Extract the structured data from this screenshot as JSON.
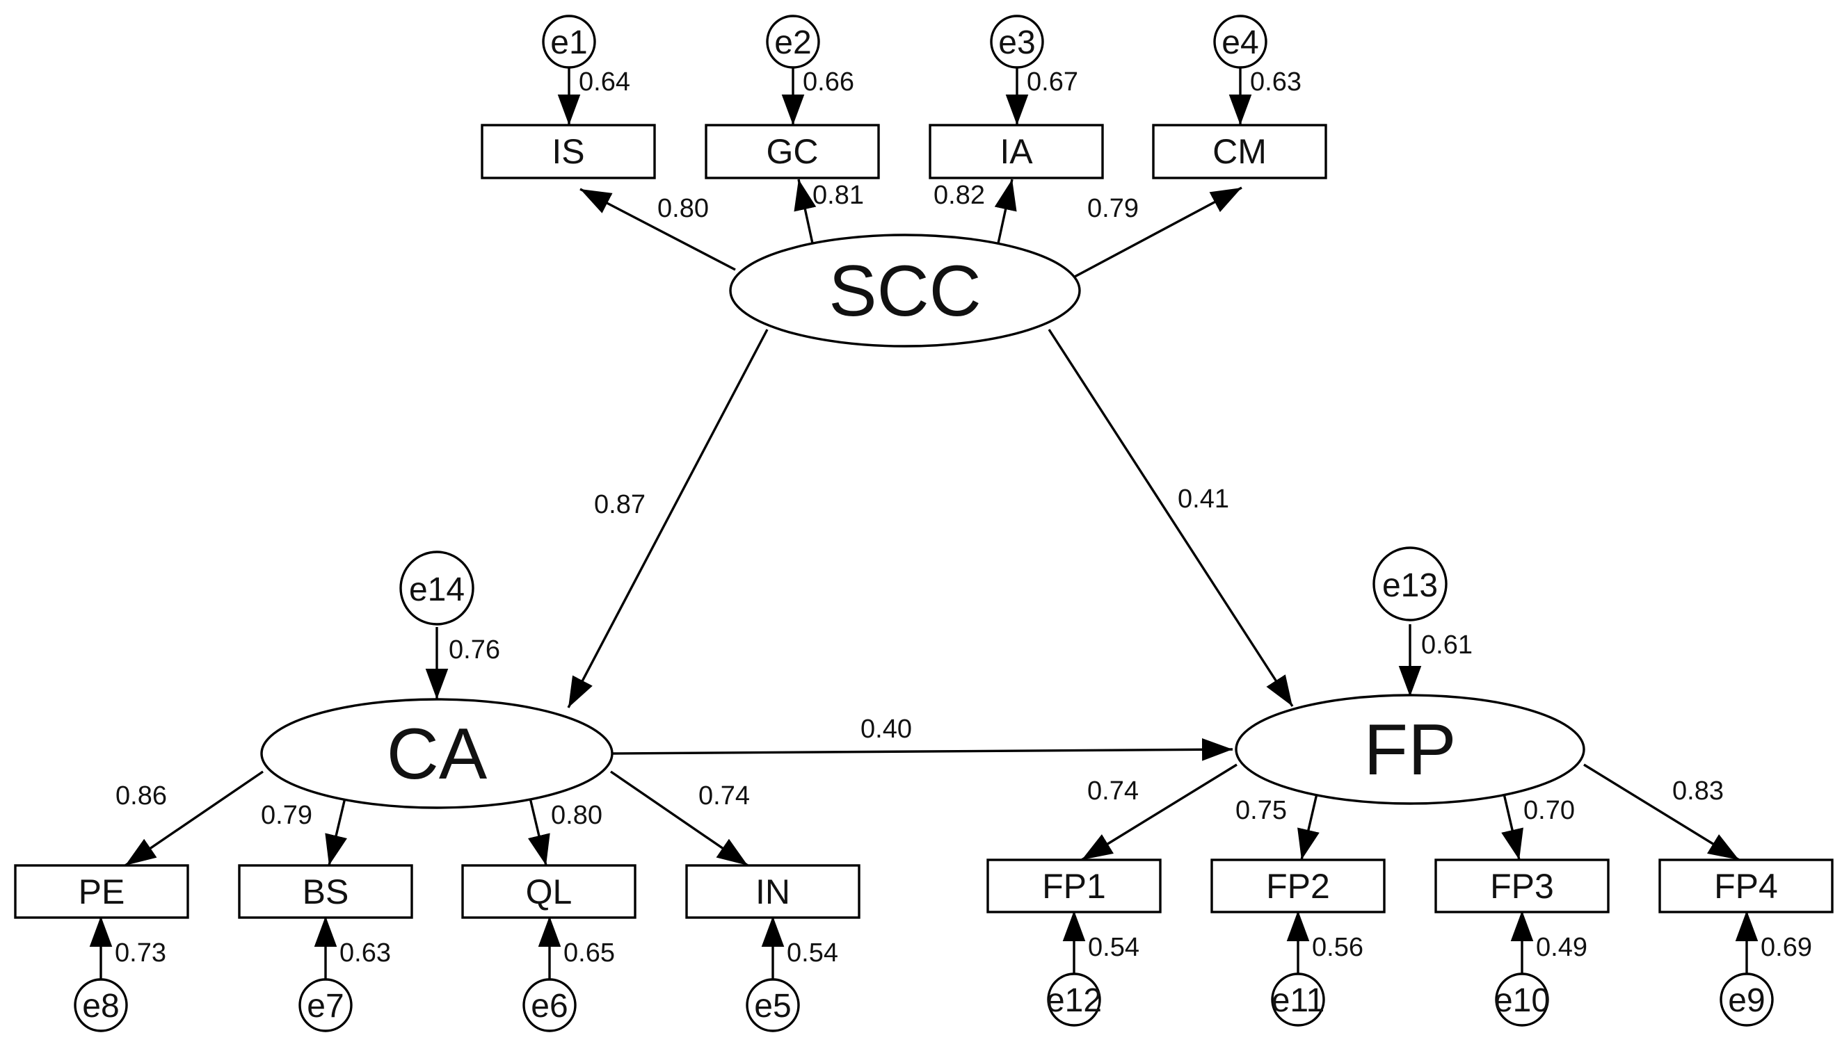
{
  "diagram": {
    "latents": {
      "SCC": "SCC",
      "CA": "CA",
      "FP": "FP"
    },
    "observed": {
      "IS": "IS",
      "GC": "GC",
      "IA": "IA",
      "CM": "CM",
      "PE": "PE",
      "BS": "BS",
      "QL": "QL",
      "IN": "IN",
      "FP1": "FP1",
      "FP2": "FP2",
      "FP3": "FP3",
      "FP4": "FP4"
    },
    "errors": {
      "e1": "e1",
      "e2": "e2",
      "e3": "e3",
      "e4": "e4",
      "e5": "e5",
      "e6": "e6",
      "e7": "e7",
      "e8": "e8",
      "e9": "e9",
      "e10": "e10",
      "e11": "e11",
      "e12": "e12",
      "e13": "e13",
      "e14": "e14"
    },
    "paths": {
      "scc_ca": "0.87",
      "scc_fp": "0.41",
      "ca_fp": "0.40"
    },
    "loadings": {
      "scc_is": "0.80",
      "scc_gc": "0.81",
      "scc_ia": "0.82",
      "scc_cm": "0.79",
      "ca_pe": "0.86",
      "ca_bs": "0.79",
      "ca_ql": "0.80",
      "ca_in": "0.74",
      "fp_fp1": "0.74",
      "fp_fp2": "0.75",
      "fp_fp3": "0.70",
      "fp_fp4": "0.83"
    },
    "error_paths": {
      "e1": "0.64",
      "e2": "0.66",
      "e3": "0.67",
      "e4": "0.63",
      "e14": "0.76",
      "e13": "0.61",
      "e8": "0.73",
      "e7": "0.63",
      "e6": "0.65",
      "e5": "0.54",
      "e12": "0.54",
      "e11": "0.56",
      "e10": "0.49",
      "e9": "0.69"
    }
  }
}
